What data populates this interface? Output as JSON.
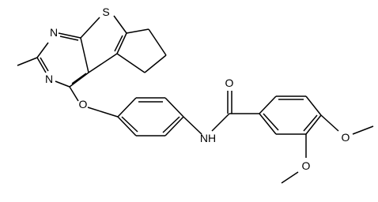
{
  "structure": {
    "atoms": {
      "n_top": "N",
      "n_bottom": "N",
      "s_thiophene": "S",
      "o_ether": "O",
      "o_carbonyl": "O",
      "nh_amide": "NH",
      "o_methoxy_para": "O",
      "o_methoxy_meta": "O"
    }
  }
}
